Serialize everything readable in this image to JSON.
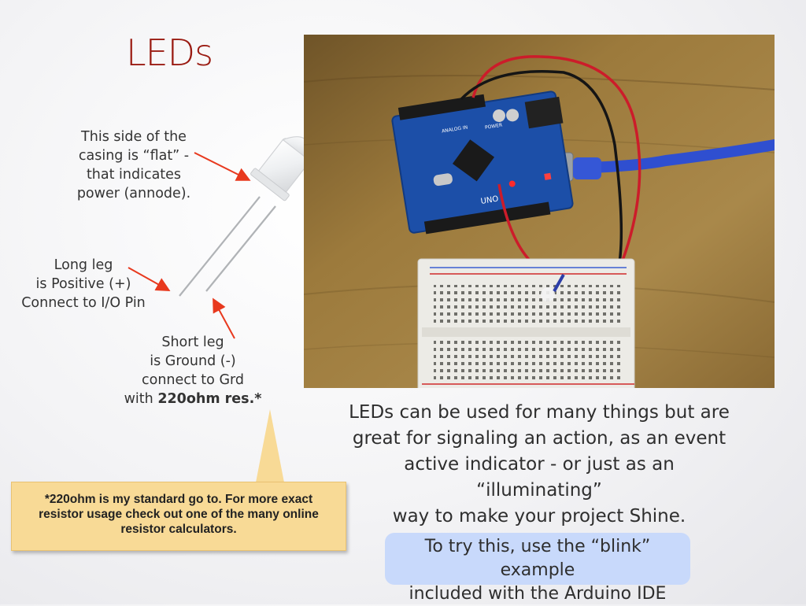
{
  "slide": {
    "title": "LEDs",
    "flat_note": [
      "This side of the",
      "casing is “flat” -",
      "that indicates",
      "power (annode)."
    ],
    "long_leg_note": [
      "Long leg",
      "is Positive (+)",
      "Connect to I/O Pin"
    ],
    "short_leg_note": {
      "lines": [
        "Short leg",
        "is Ground (-)",
        "connect to Grd"
      ],
      "last_prefix": "with ",
      "last_bold": "220ohm res.*"
    },
    "tooltip": [
      "*220ohm is my standard go to.  For more exact",
      "resistor usage check out one of the many online",
      "resistor calculators."
    ],
    "description": [
      "LEDs can be used for many things but are",
      "great for signaling an action, as an event",
      "active indicator - or just as an “illuminating”",
      "way to make your project Shine."
    ],
    "callout": [
      "To try this, use the “blink” example",
      "included with the Arduino IDE"
    ],
    "board": {
      "label": "UNO",
      "power_label": "POWER",
      "analog_label": "ANALOG IN"
    }
  },
  "colors": {
    "title": "#9a1b12",
    "arrow": "#e8391e",
    "board": "#1c4fa8",
    "callout_bg": "#c8d9fb",
    "tooltip_bg": "#f8da96"
  }
}
